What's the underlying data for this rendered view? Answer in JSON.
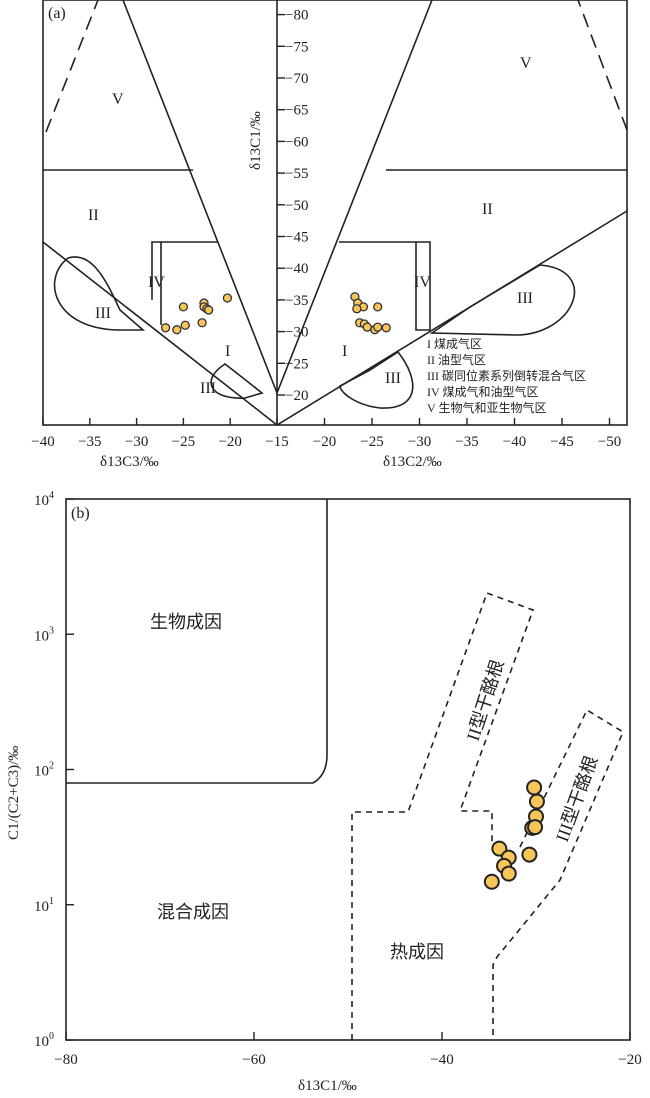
{
  "chart_data": [
    {
      "panel": "(a)",
      "type": "scatter",
      "ylabel": "δ13C1/‰",
      "left": {
        "xlabel": "δ13C3/‰",
        "xlim": [
          -40,
          -15
        ],
        "xticks": [
          "−40",
          "−35",
          "−30",
          "−25",
          "−20",
          "−15"
        ],
        "points": [
          [
            -25.0,
            -33.9
          ],
          [
            -22.8,
            -34.5
          ],
          [
            -22.8,
            -33.9
          ],
          [
            -22.5,
            -33.6
          ],
          [
            -22.3,
            -33.4
          ],
          [
            -20.3,
            -35.3
          ],
          [
            -26.9,
            -30.6
          ],
          [
            -25.7,
            -30.3
          ],
          [
            -24.8,
            -31.0
          ],
          [
            -23.0,
            -31.4
          ]
        ]
      },
      "right": {
        "xlabel": "δ13C2/‰",
        "xlim": [
          -15,
          -50
        ],
        "xticks": [
          "−20",
          "−25",
          "−30",
          "−35",
          "−40",
          "−45",
          "−50"
        ],
        "points": [
          [
            -23.2,
            -35.5
          ],
          [
            -23.5,
            -34.5
          ],
          [
            -24.1,
            -33.9
          ],
          [
            -23.4,
            -33.6
          ],
          [
            -25.6,
            -33.9
          ],
          [
            -23.7,
            -31.4
          ],
          [
            -24.2,
            -31.2
          ],
          [
            -24.5,
            -30.7
          ],
          [
            -25.3,
            -30.3
          ],
          [
            -25.6,
            -30.7
          ],
          [
            -26.5,
            -30.6
          ]
        ]
      },
      "ylim": [
        -15,
        -80
      ],
      "yticks": [
        "−20",
        "−25",
        "−30",
        "−35",
        "−40",
        "−45",
        "−50",
        "−55",
        "−60",
        "−65",
        "−70",
        "−75",
        "−80"
      ],
      "region_labels": {
        "I": "I",
        "II": "II",
        "III": "III",
        "IV": "IV",
        "V": "V"
      },
      "legend": [
        "I 煤成气区",
        "II 油型气区",
        "III 碳同位素系列倒转混合气区",
        "IV 煤成气和油型气区",
        "V 生物气和亚生物气区"
      ]
    },
    {
      "panel": "(b)",
      "type": "scatter",
      "xlabel": "δ13C1/‰",
      "ylabel": "C1/(C2+C3)/‰",
      "xlim": [
        -80,
        -20
      ],
      "ylim": [
        1,
        10000
      ],
      "yscale": "log",
      "xticks": [
        "−80",
        "−60",
        "−40",
        "−20"
      ],
      "yticks": [
        "10^0",
        "10^1",
        "10^2",
        "10^3",
        "10^4"
      ],
      "points": [
        [
          -30.2,
          73.6
        ],
        [
          -29.9,
          58
        ],
        [
          -30.0,
          44.9
        ],
        [
          -30.4,
          37
        ],
        [
          -30.1,
          37.5
        ],
        [
          -30.7,
          23.5
        ],
        [
          -33.9,
          26
        ],
        [
          -32.9,
          22.3
        ],
        [
          -33.4,
          19.4
        ],
        [
          -32.9,
          17
        ],
        [
          -34.7,
          14.8
        ]
      ],
      "region_labels": {
        "bio": "生物成因",
        "mixed": "混合成因",
        "thermal": "热成因",
        "typeII": "II型干酪根",
        "typeIII": "III型干酪根"
      }
    }
  ],
  "colors": {
    "point": "#f6c65b",
    "line": "#222222"
  }
}
